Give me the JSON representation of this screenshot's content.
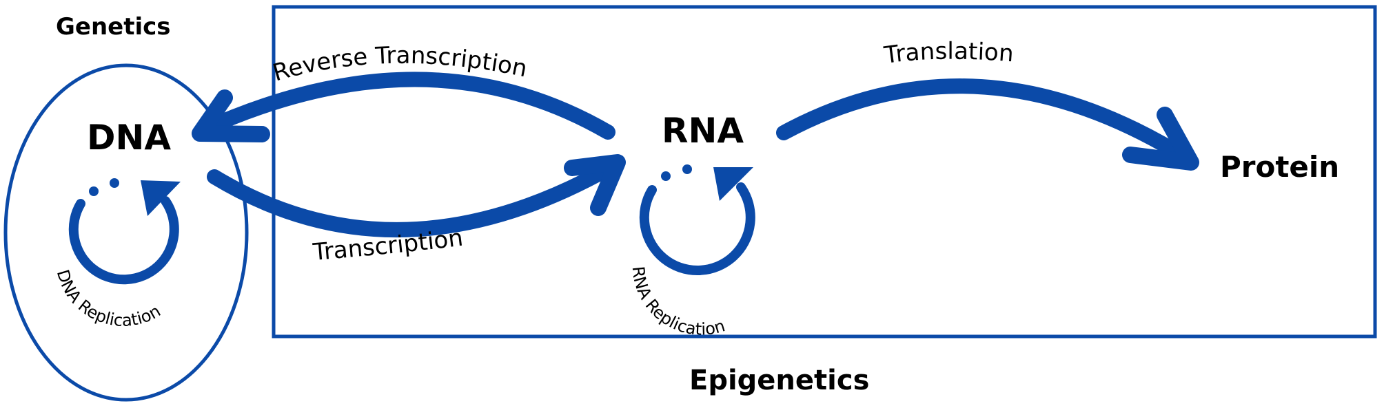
{
  "diagram": {
    "title_genetics": "Genetics",
    "title_epigenetics": "Epigenetics",
    "colors": {
      "accent": "#0b4aa8",
      "text": "#000000",
      "background": "#ffffff"
    },
    "nodes": {
      "dna": "DNA",
      "rna": "RNA",
      "protein": "Protein"
    },
    "processes": {
      "reverse_transcription": "Reverse Transcription",
      "transcription": "Transcription",
      "translation": "Translation",
      "dna_replication": "DNA Replication",
      "rna_replication": "RNA Replication"
    },
    "regions": {
      "genetics": "ellipse enclosing DNA",
      "epigenetics": "rectangle enclosing RNA and Protein"
    }
  }
}
